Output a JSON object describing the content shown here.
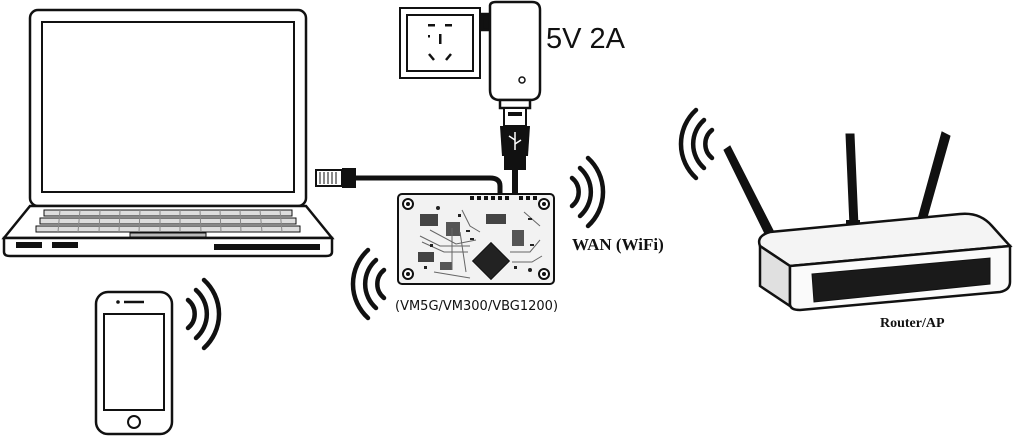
{
  "labels": {
    "power": "5V 2A",
    "wan": "WAN (WiFi)",
    "device_models": "(VM5G/VM300/VBG1200)",
    "router": "Router/AP"
  },
  "icons": [
    "laptop-icon",
    "smartphone-icon",
    "wall-outlet-icon",
    "power-adapter-icon",
    "usb-plug-icon",
    "ethernet-plug-icon",
    "circuit-board-icon",
    "wifi-router-icon",
    "wifi-signal-icon"
  ],
  "colors": {
    "line": "#111111",
    "board": "#f2f2f2",
    "router_panel": "#1a1a1a"
  }
}
